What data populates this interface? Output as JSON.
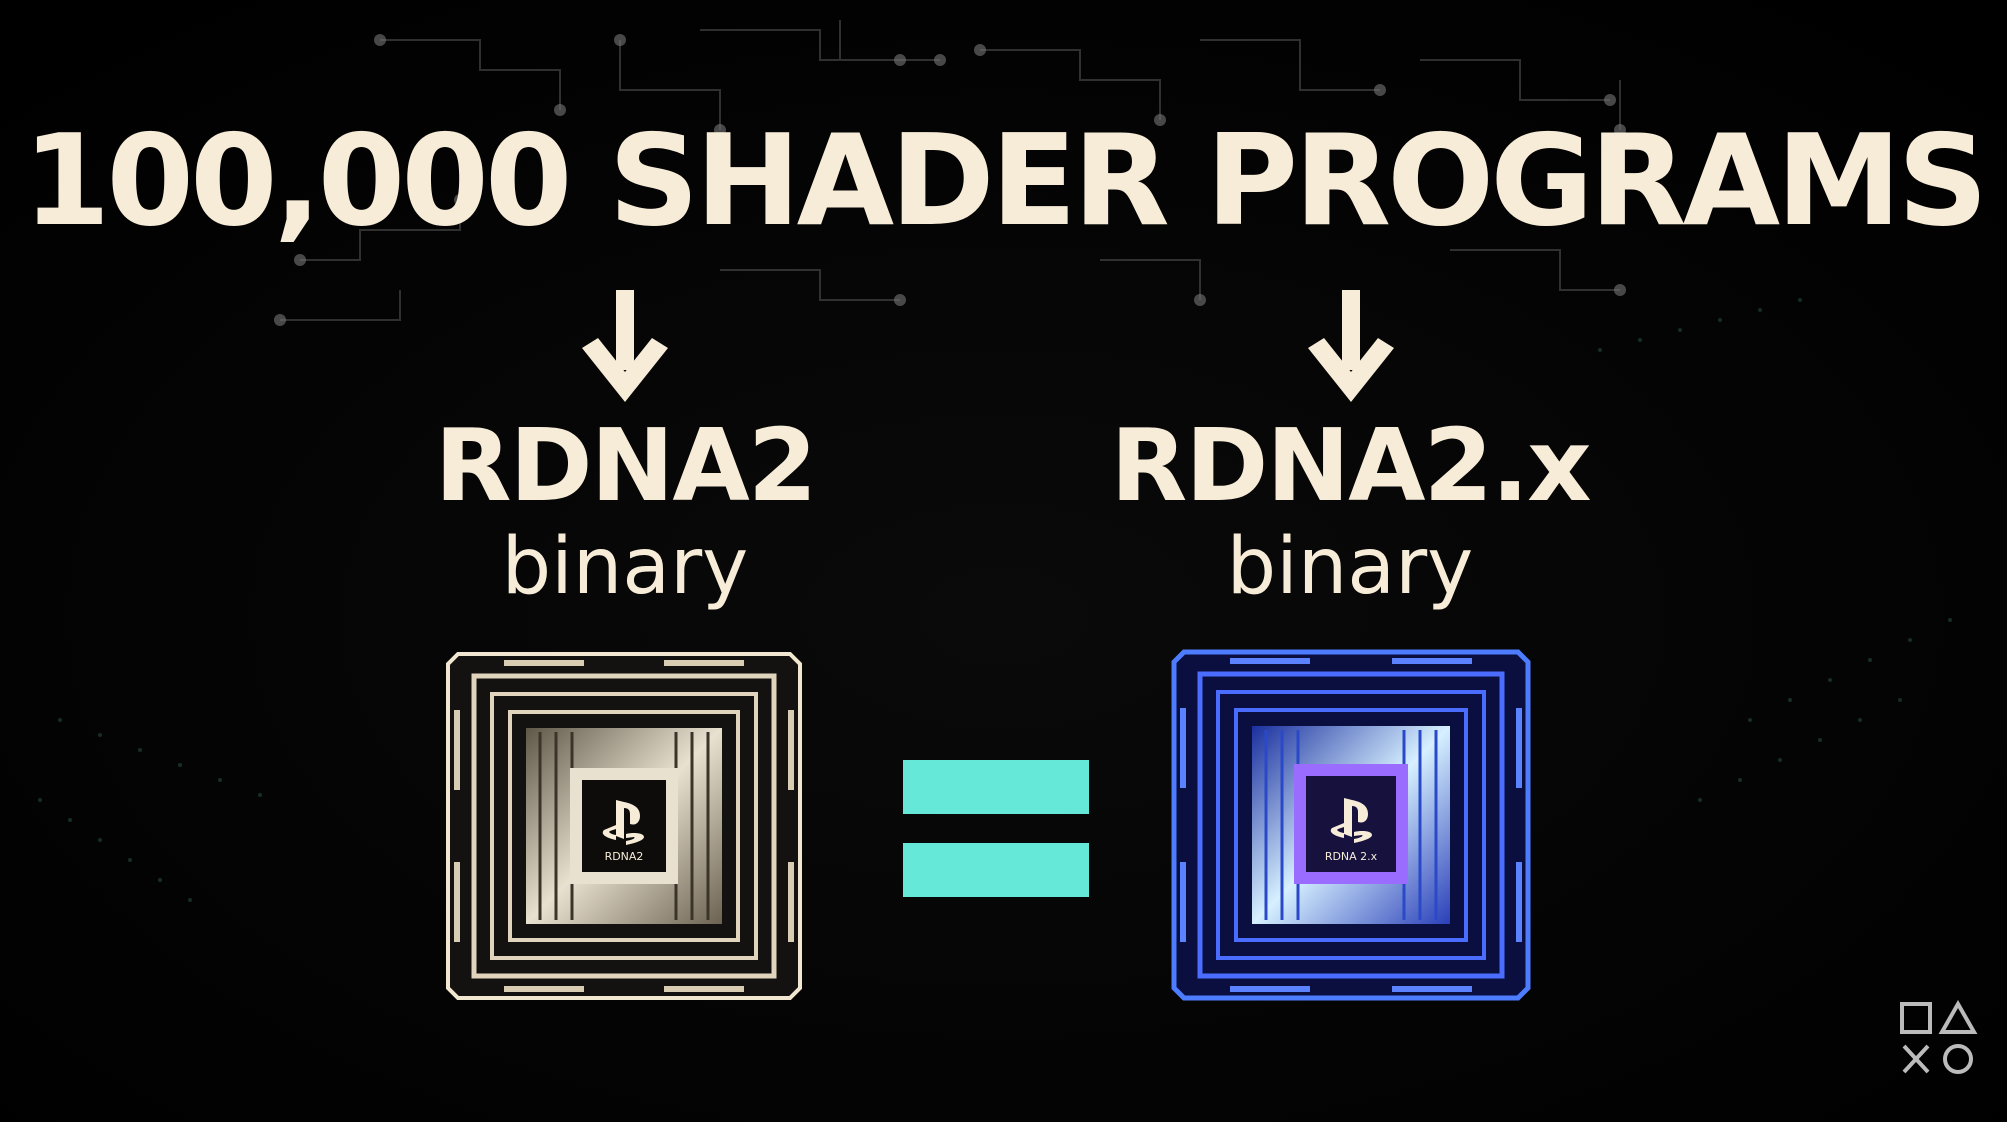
{
  "title": "100,000 SHADER PROGRAMS",
  "left": {
    "heading": "RDNA2",
    "subheading": "binary",
    "chip_label": "RDNA2"
  },
  "right": {
    "heading": "RDNA2.x",
    "subheading": "binary",
    "chip_label": "RDNA 2.x"
  },
  "colors": {
    "text": "#f7ecd8",
    "equals": "#65e8d8",
    "chip_right_glow": "#3a5bff",
    "background": "#050505"
  },
  "icons": [
    "arrow-down-icon",
    "equals-sign-icon",
    "playstation-logo-icon",
    "playstation-buttons-icon"
  ]
}
